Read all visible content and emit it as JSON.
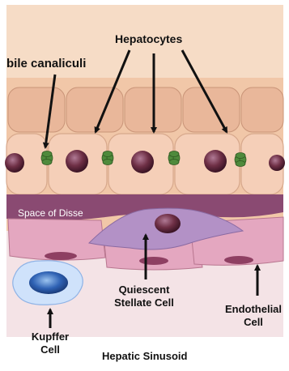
{
  "labels": {
    "hepatocytes": "Hepatocytes",
    "bile_canaliculi": "bile canaliculi",
    "space_of_disse": "Space of Disse",
    "quiescent_stellate_line1": "Quiescent",
    "quiescent_stellate_line2": "Stellate Cell",
    "kupffer_line1": "Kupffer",
    "kupffer_line2": "Cell",
    "endothelial_line1": "Endothelial",
    "endothelial_line2": "Cell",
    "hepatic_sinusoid": "Hepatic Sinusoid"
  },
  "colors": {
    "background": "#ffffff",
    "tissue_base": "#f1c7a8",
    "hepatocyte": "#f5cfb8",
    "nucleus": "#6e2f45",
    "bile_canaliculus": "#4f8a3c",
    "space_of_disse": "#8a4a72",
    "stellate_cell": "#b391c6",
    "endothelial_cell": "#e4a7c0",
    "kupffer_cell": "#2f62b4",
    "label_text": "#111111",
    "space_label_text": "#ffffff"
  }
}
